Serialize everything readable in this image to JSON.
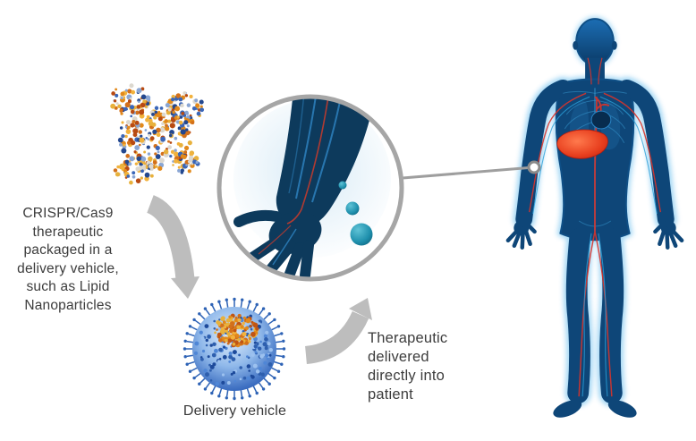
{
  "diagram": {
    "left_caption": {
      "lines": [
        "CRISPR/Cas9",
        "therapeutic",
        "packaged in a",
        "delivery vehicle,",
        "such as Lipid",
        "Nanoparticles"
      ]
    },
    "delivery_vehicle_label": "Delivery vehicle",
    "right_caption": {
      "lines": [
        "Therapeutic",
        "delivered",
        "directly into",
        "patient"
      ]
    },
    "icons": {
      "cas9_protein": "cas9-protein-illustration",
      "lipid_nanoparticle": "lipid-nanoparticle-illustration",
      "injection_arm": "arm-injection-illustration",
      "human_body": "human-body-illustration",
      "arrows": "curved-gray-arrows",
      "callout": "magnifier-callout-line"
    },
    "colors": {
      "arrow_gray": "#bdbdbd",
      "circle_border_gray": "#a6a6a6",
      "callout_gray": "#9e9e9e",
      "arm_navy": "#0d3a5c",
      "droplet_teal": "#1b7f9e",
      "body_blue": "#0e4678",
      "body_outline": "#0f4f86",
      "body_glow": "#35a7e8",
      "vessel_red": "#d9342b",
      "vessel_blue": "#2b9fd8",
      "liver_red": "#e8401f",
      "protein_orange": "#e2891b",
      "protein_blue": "#3a66b8",
      "nanoparticle_blue": "#2d62b5",
      "text_gray": "#3c3c3c"
    }
  }
}
